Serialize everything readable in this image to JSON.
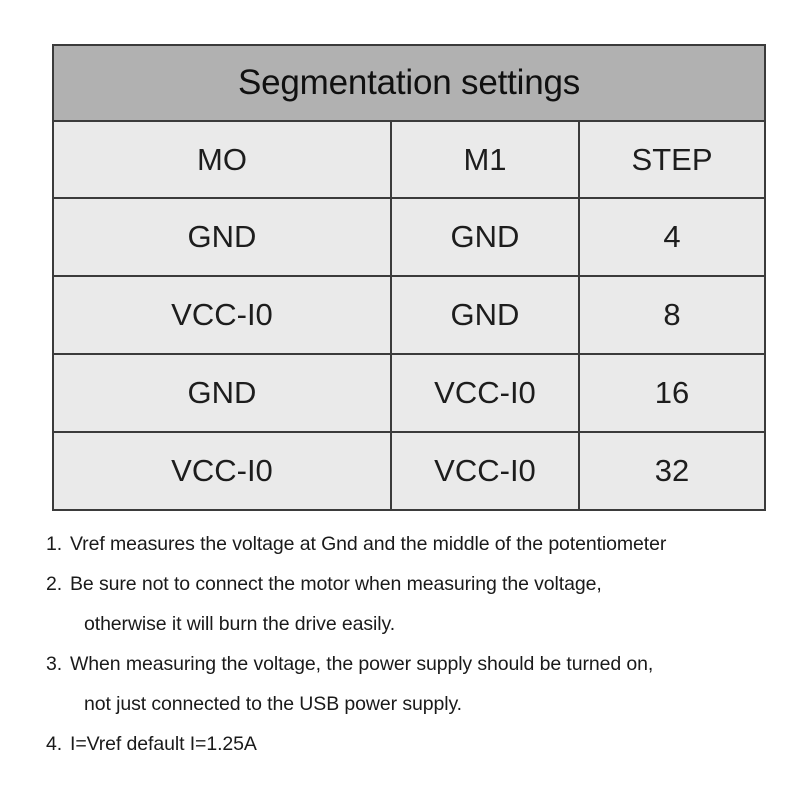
{
  "table": {
    "title": "Segmentation settings",
    "columns": [
      "MO",
      "M1",
      "STEP"
    ],
    "rows": [
      [
        "GND",
        "GND",
        "4"
      ],
      [
        "VCC-I0",
        "GND",
        "8"
      ],
      [
        "GND",
        "VCC-I0",
        "16"
      ],
      [
        "VCC-I0",
        "VCC-I0",
        "32"
      ]
    ],
    "header_bg": "#b1b1b1",
    "cell_bg": "#eaeaea",
    "border_color": "#3b3b3b"
  },
  "notes": [
    {
      "number": "1.",
      "line1": "Vref measures the voltage at Gnd and the middle of the potentiometer",
      "line2": ""
    },
    {
      "number": "2.",
      "line1": "Be sure not to connect the motor when measuring the voltage,",
      "line2": "otherwise it will burn the drive easily."
    },
    {
      "number": "3.",
      "line1": "When measuring the voltage, the power supply should be turned on,",
      "line2": "not just connected to the USB power supply."
    },
    {
      "number": "4.",
      "line1": "I=Vref default I=1.25A",
      "line2": ""
    }
  ]
}
